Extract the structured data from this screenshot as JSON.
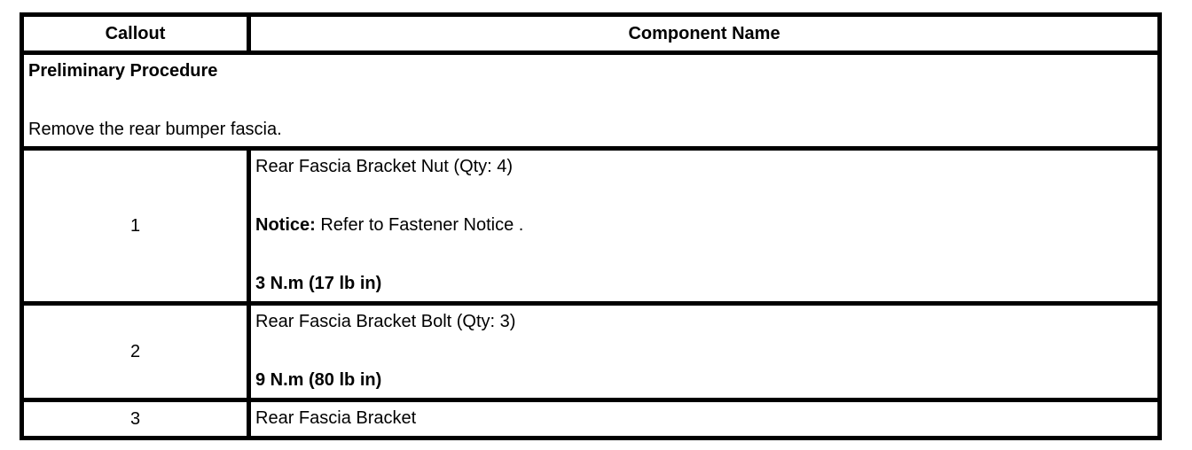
{
  "table": {
    "headers": [
      {
        "label": "Callout"
      },
      {
        "label": "Component Name"
      }
    ],
    "preliminary": {
      "title": "Preliminary Procedure",
      "body": "Remove the rear bumper fascia."
    },
    "rows": [
      {
        "callout": "1",
        "component": "Rear Fascia Bracket Nut (Qty: 4)",
        "notice_label": "Notice:",
        "notice_text": " Refer to Fastener Notice .",
        "torque": "3 N.m (17 lb in)"
      },
      {
        "callout": "2",
        "component": "Rear Fascia Bracket Bolt (Qty: 3)",
        "torque": "9 N.m (80 lb in)"
      },
      {
        "callout": "3",
        "component": "Rear Fascia Bracket"
      }
    ],
    "colors": {
      "border": "#000000",
      "text": "#000000",
      "background": "#ffffff"
    }
  }
}
